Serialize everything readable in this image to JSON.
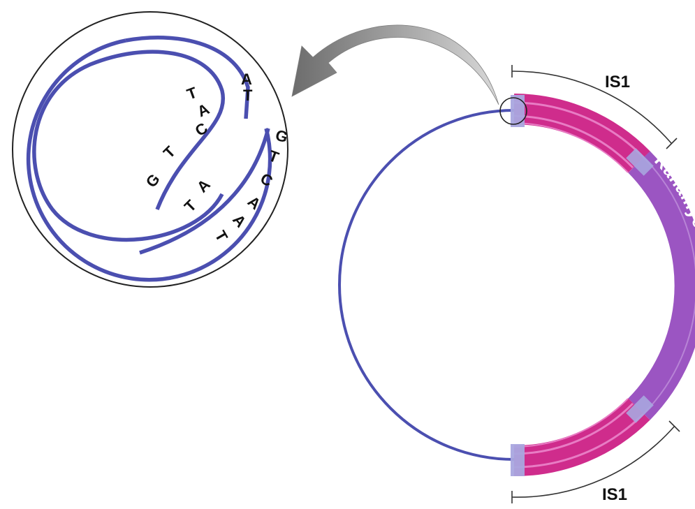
{
  "labels": {
    "is1_top": "IS1",
    "is1_bottom": "IS1",
    "kanamycin": "Kanamycin resistance"
  },
  "zoom_bases": {
    "top_left": "T A C T G",
    "top_pair": "A T",
    "right_strand": "G T C A A T",
    "inner_pair": "A T"
  },
  "colors": {
    "dna_strand": "#4b4fb0",
    "insertion_pink": "#cf2c8c",
    "insertion_light": "#e87cc4",
    "kanamycin_purple": "#9b55c2",
    "junction_lavender": "#a9a6df",
    "arrow_gray": "#9a9a9a"
  }
}
